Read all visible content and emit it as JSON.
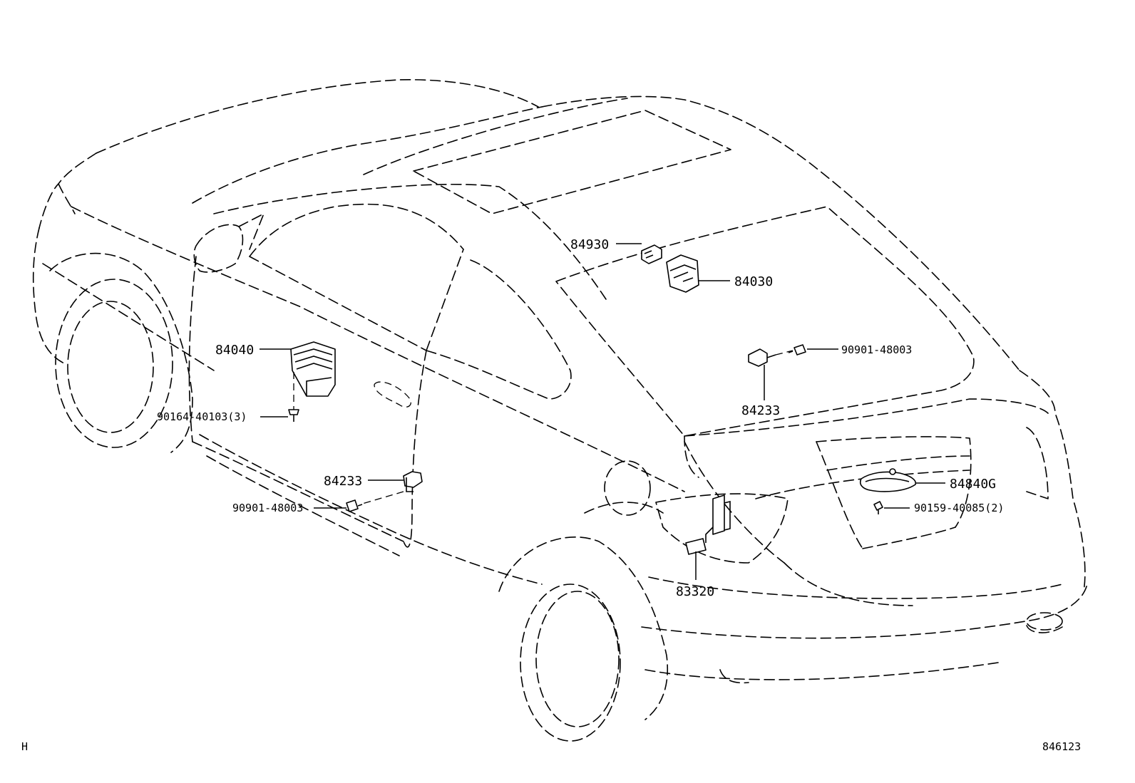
{
  "parts": {
    "p84930": "84930",
    "p84030": "84030",
    "p84040": "84040",
    "p90164": "90164-40103(3)",
    "p90901_right": "90901-48003",
    "p84233_right": "84233",
    "p84233_left": "84233",
    "p90901_left": "90901-48003",
    "p84840G": "84840G",
    "p90159": "90159-40085(2)",
    "p83320": "83320"
  },
  "footer": {
    "corner_mark": "H",
    "figure_number": "846123"
  }
}
